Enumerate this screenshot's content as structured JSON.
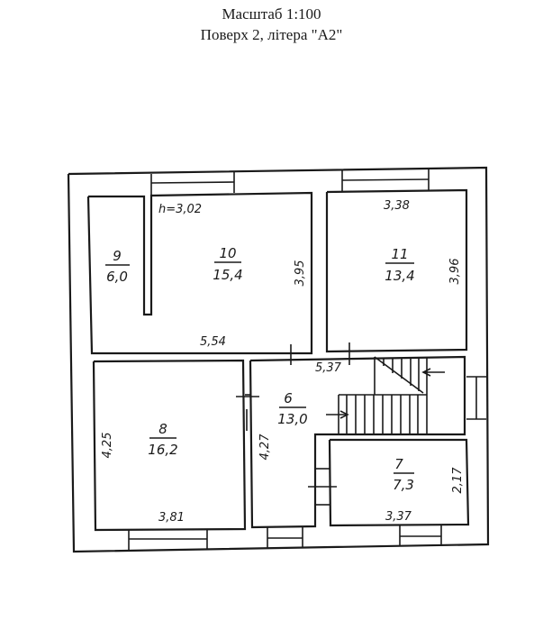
{
  "header": {
    "scale": "Масштаб 1:100",
    "floor": "Поверх 2,  літера \"А2\""
  },
  "ceiling_height": "h=3,02",
  "rooms": [
    {
      "number": "9",
      "area": "6,0"
    },
    {
      "number": "10",
      "area": "15,4",
      "dim_width": "5,54",
      "dim_height": "3,95"
    },
    {
      "number": "11",
      "area": "13,4",
      "dim_width": "3,38",
      "dim_height": "3,96"
    },
    {
      "number": "8",
      "area": "16,2",
      "dim_width": "3,81",
      "dim_height": "4,25"
    },
    {
      "number": "6",
      "area": "13,0",
      "dim_width": "5,37",
      "dim_height": "4,27"
    },
    {
      "number": "7",
      "area": "7,3",
      "dim_width": "3,37",
      "dim_height": "2,17"
    }
  ],
  "colors": {
    "line": "#1a1a1a",
    "background": "#ffffff"
  }
}
